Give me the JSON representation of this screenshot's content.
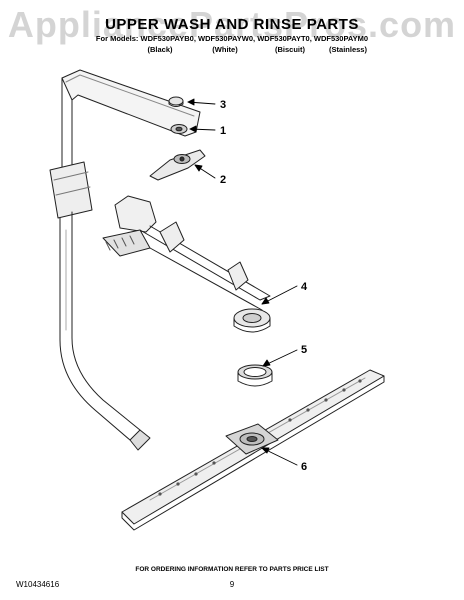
{
  "watermark": "AppliancePartsPros.com",
  "title": "UPPER WASH AND RINSE PARTS",
  "models_line": "For Models: WDF530PAYB0, WDF530PAYW0, WDF530PAYT0, WDF530PAYM0",
  "variants": [
    "(Black)",
    "(White)",
    "(Biscuit)",
    "(Stainless)"
  ],
  "callouts": [
    "3",
    "1",
    "2",
    "4",
    "5",
    "6"
  ],
  "footer": "FOR ORDERING INFORMATION REFER TO PARTS PRICE LIST",
  "doc_number": "W10434616",
  "page_number": "9"
}
